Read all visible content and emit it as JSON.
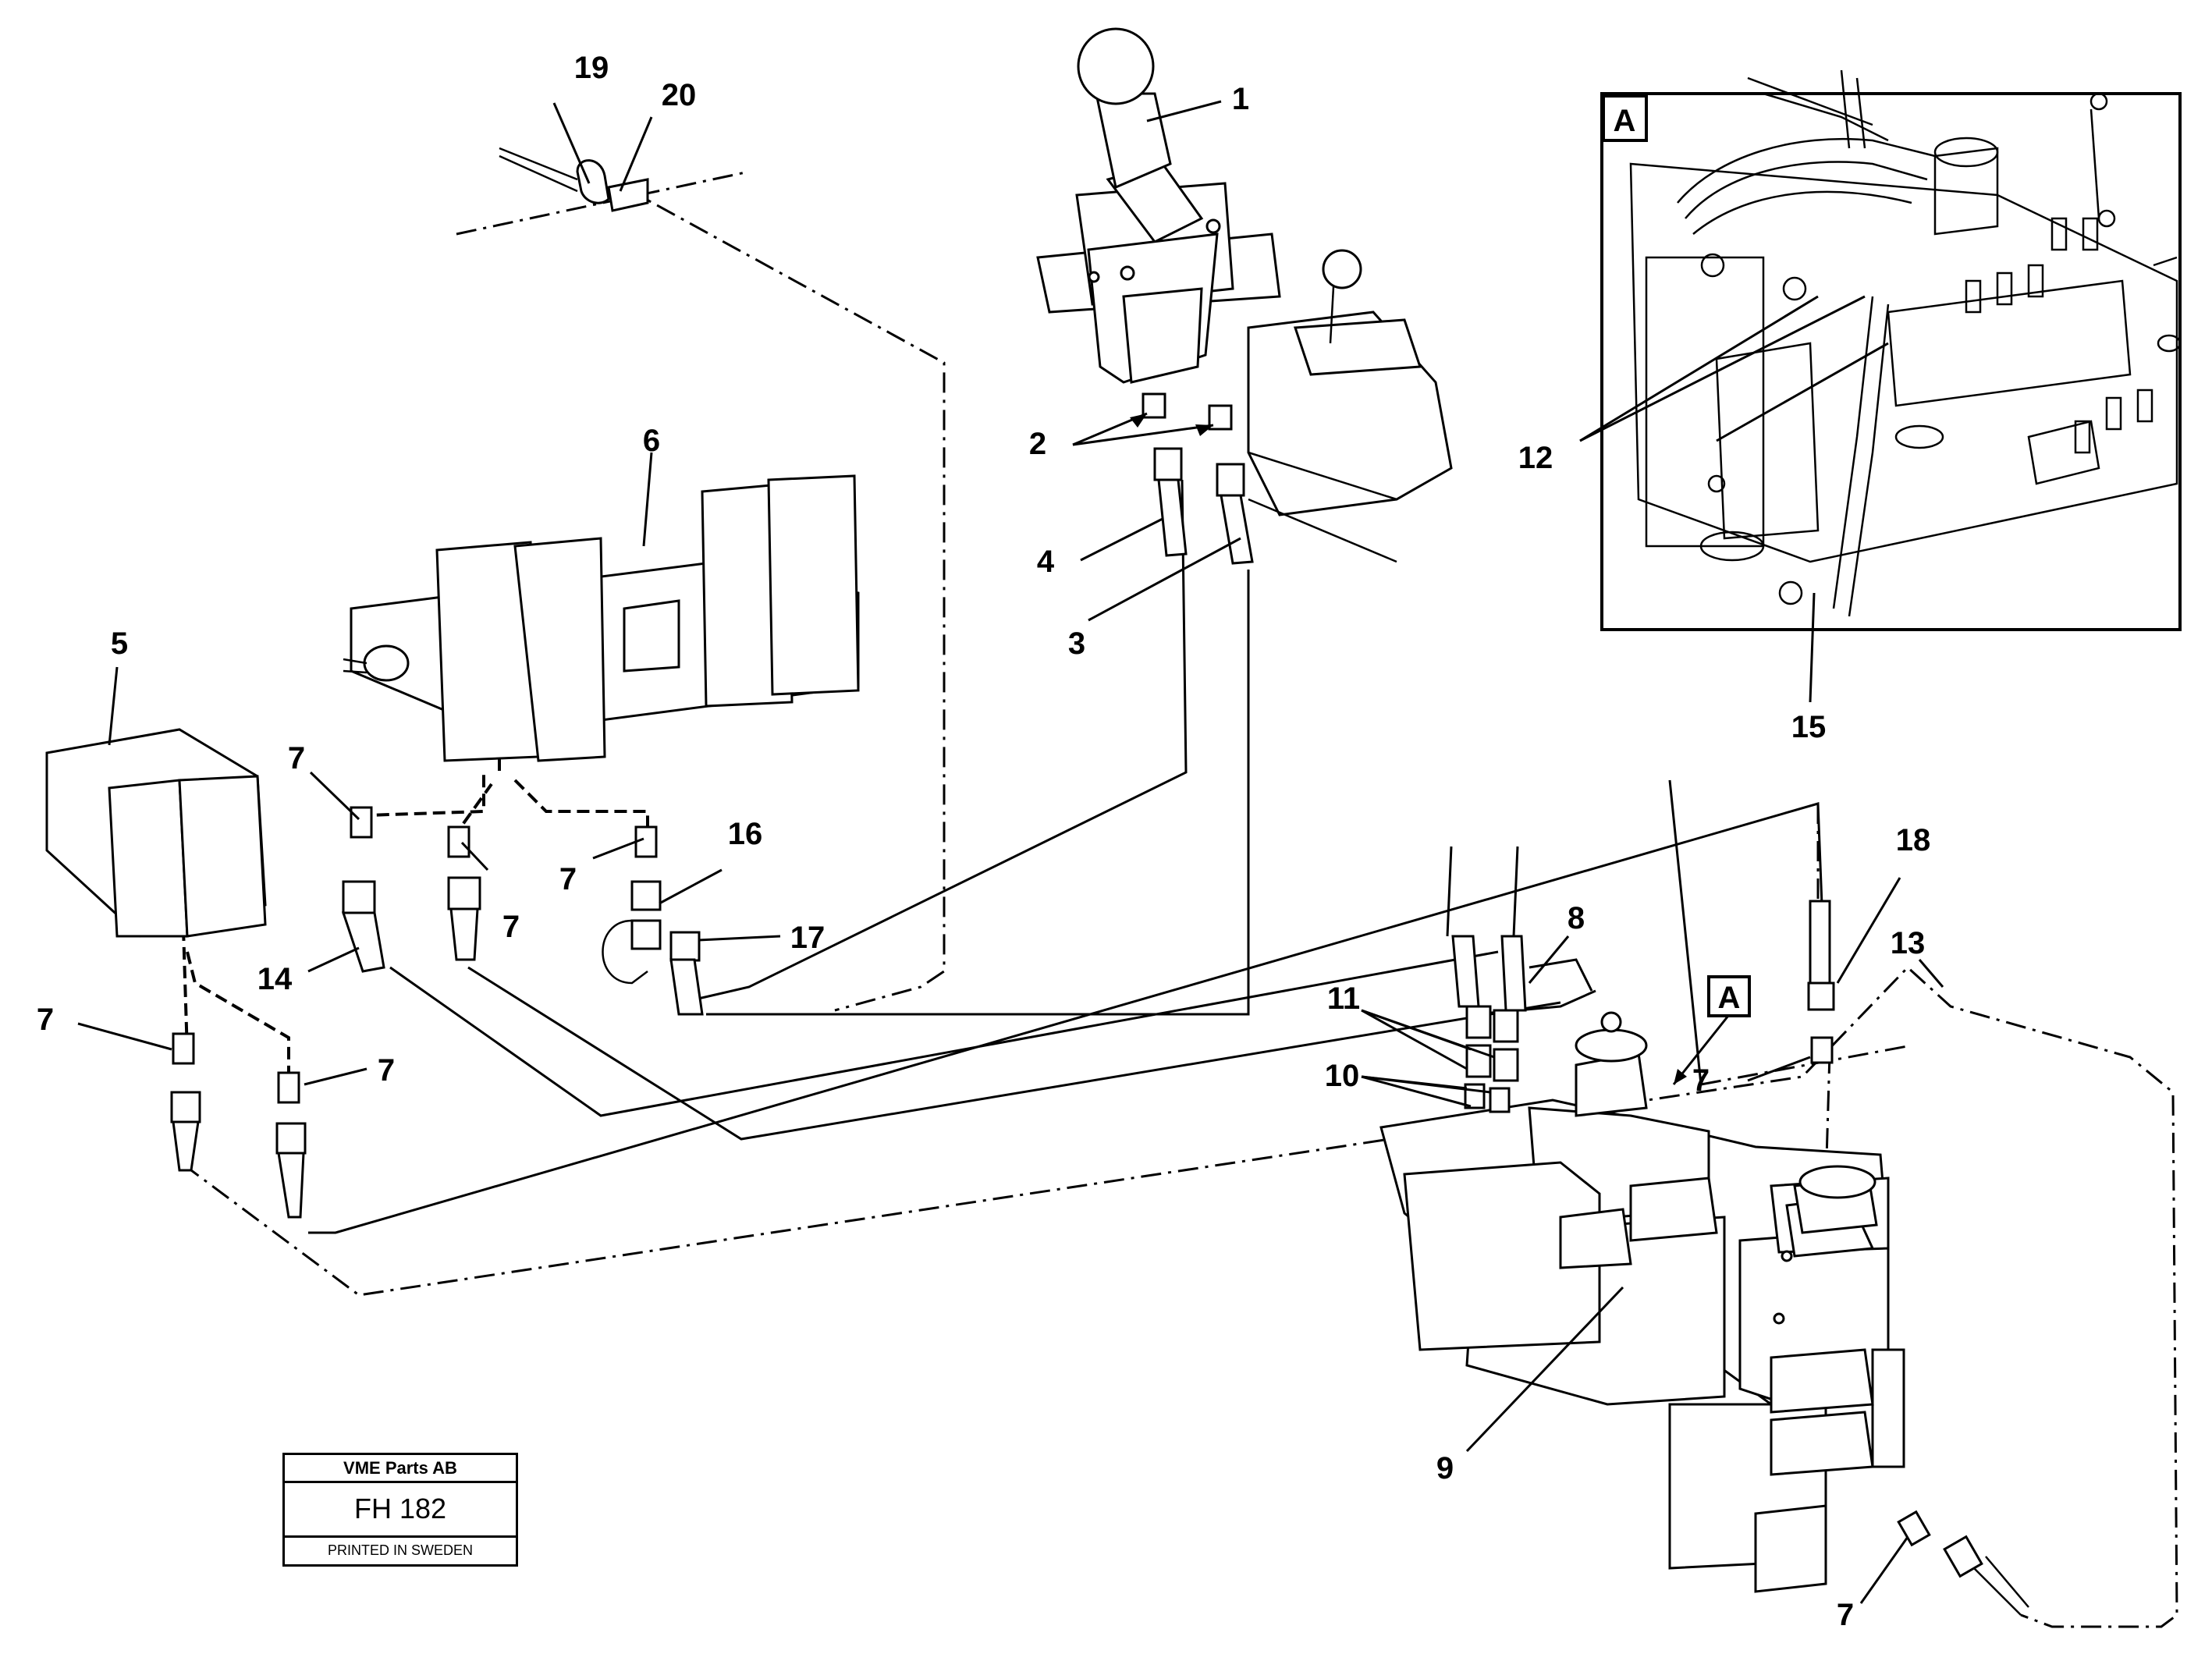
{
  "callouts": [
    {
      "id": "1",
      "text": "1"
    },
    {
      "id": "2",
      "text": "2"
    },
    {
      "id": "3",
      "text": "3"
    },
    {
      "id": "4",
      "text": "4"
    },
    {
      "id": "5",
      "text": "5"
    },
    {
      "id": "6",
      "text": "6"
    },
    {
      "id": "7a",
      "text": "7"
    },
    {
      "id": "7b",
      "text": "7"
    },
    {
      "id": "7c",
      "text": "7"
    },
    {
      "id": "7d",
      "text": "7"
    },
    {
      "id": "7e",
      "text": "7"
    },
    {
      "id": "7f",
      "text": "7"
    },
    {
      "id": "7g",
      "text": "7"
    },
    {
      "id": "7h",
      "text": "7"
    },
    {
      "id": "8",
      "text": "8"
    },
    {
      "id": "9",
      "text": "9"
    },
    {
      "id": "10",
      "text": "10"
    },
    {
      "id": "11",
      "text": "11"
    },
    {
      "id": "12",
      "text": "12"
    },
    {
      "id": "13",
      "text": "13"
    },
    {
      "id": "14",
      "text": "14"
    },
    {
      "id": "15",
      "text": "15"
    },
    {
      "id": "16",
      "text": "16"
    },
    {
      "id": "17",
      "text": "17"
    },
    {
      "id": "18",
      "text": "18"
    },
    {
      "id": "19",
      "text": "19"
    },
    {
      "id": "20",
      "text": "20"
    }
  ],
  "detail_view": {
    "label": "A"
  },
  "detail_marker": {
    "label": "A"
  },
  "stamp": {
    "company": "VME Parts AB",
    "code": "FH 182",
    "printed": "PRINTED IN SWEDEN"
  }
}
